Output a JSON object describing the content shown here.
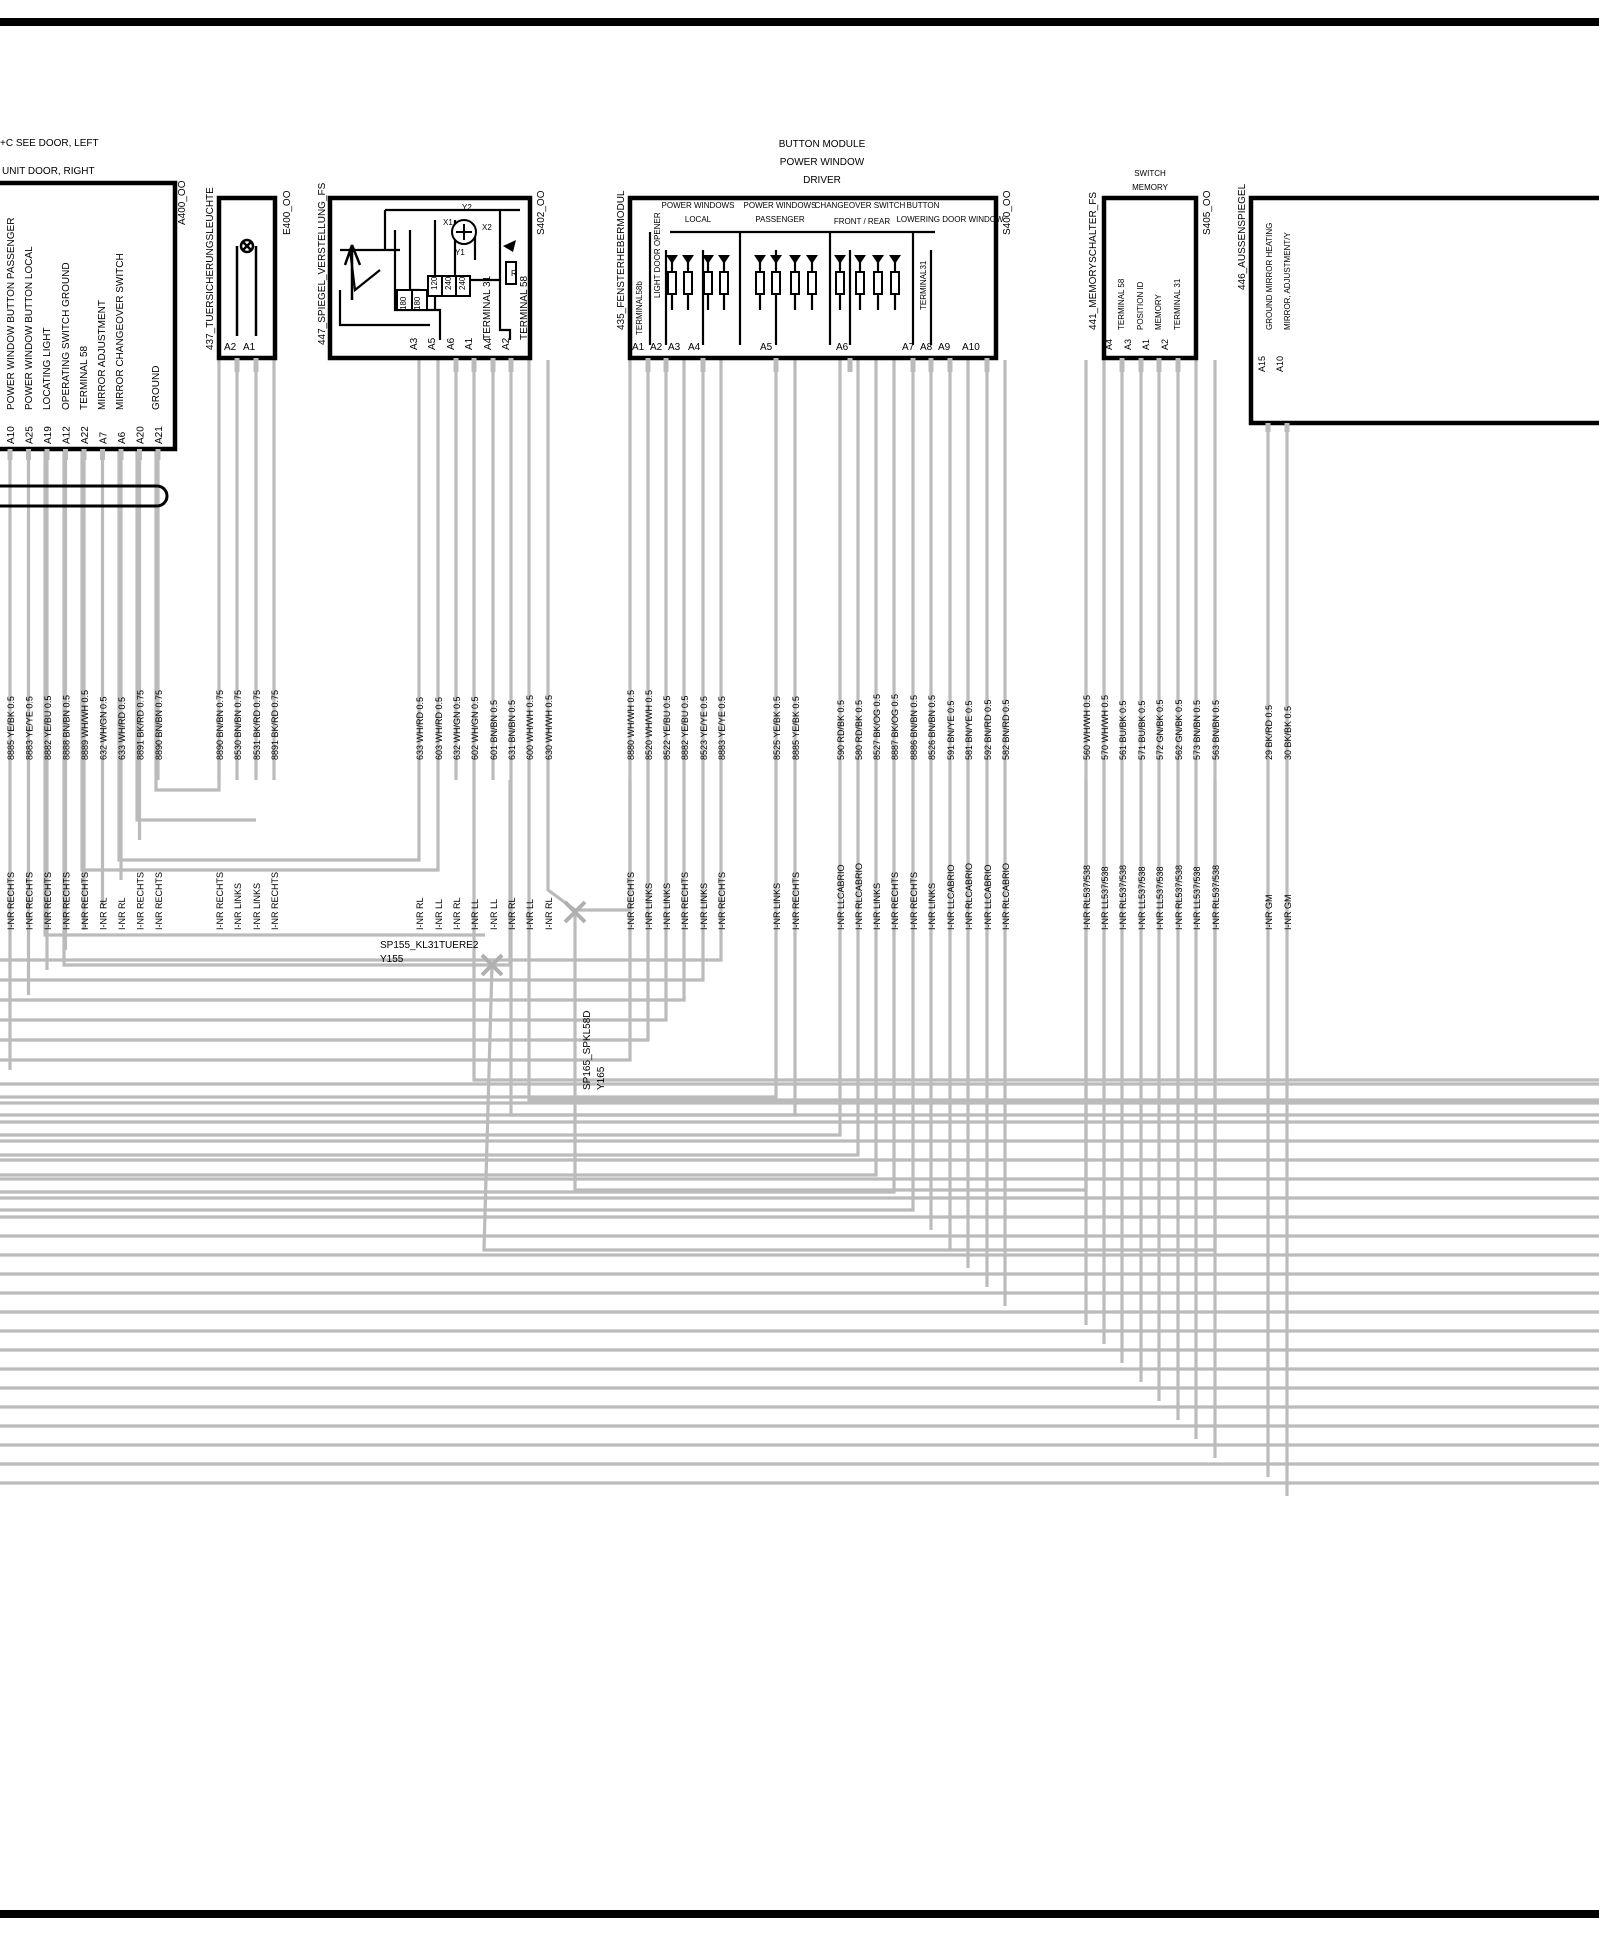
{
  "colors": {
    "wire": "#bbbbbb",
    "line": "#000000",
    "background": "#ffffff"
  },
  "header": {
    "see_door_left": "+C SEE DOOR, LEFT",
    "unit_door_right": "UNIT DOOR, RIGHT"
  },
  "components": [
    {
      "key": "a400",
      "ref": "A400_OO",
      "title": "",
      "labels": [
        "POWER WINDOW BUTTON PASSENGER",
        "POWER WINDOW BUTTON LOCAL",
        "LOCATING LIGHT",
        "OPERATING SWITCH GROUND",
        "TERMINAL 58",
        "MIRROR ADJUSTMENT",
        "MIRROR CHANGEOVER SWITCH",
        "GROUND"
      ],
      "pins": [
        "A10",
        "A25",
        "A19",
        "A12",
        "A22",
        "A7",
        "A6",
        "A20",
        "A21"
      ]
    },
    {
      "key": "e400",
      "ref": "E400_OO",
      "title": "437_TUERSICHERUNGSLEUCHTE",
      "pins": [
        "A2",
        "A1"
      ]
    },
    {
      "key": "s402",
      "ref": "S402_OO",
      "title": "447_SPIEGEL_VERSTELLUNG_FS",
      "labels": [
        "TERMINAL 31",
        "TERMINAL 58"
      ],
      "inner": [
        "Y2",
        "X1",
        "X2",
        "Y1",
        "180",
        "180",
        "R",
        "120",
        "240",
        "240"
      ],
      "pins": [
        "A3",
        "A5",
        "A6",
        "A1",
        "A4",
        "A2"
      ]
    },
    {
      "key": "s400",
      "ref": "S400_OO",
      "title": "435_FENSTERHEBERMODUL",
      "heading": [
        "BUTTON MODULE",
        "POWER WINDOW",
        "DRIVER"
      ],
      "groups": [
        "POWER WINDOWS",
        "LOCAL",
        "POWER WINDOWS",
        "PASSENGER",
        "CHANGEOVER SWITCH",
        "FRONT / REAR",
        "BUTTON",
        "LOWERING DOOR WINDOW",
        "LIGHT DOOR OPENER",
        "TERMINAL58b",
        "TERMINAL31"
      ],
      "pins": [
        "A1",
        "A2",
        "A3",
        "A4",
        "A5",
        "A6",
        "A7",
        "A8",
        "A9",
        "A10"
      ]
    },
    {
      "key": "s405",
      "ref": "S405_OO",
      "title": "441_MEMORYSCHALTER_FS",
      "heading": [
        "SWITCH",
        "MEMORY"
      ],
      "labels": [
        "TERMINAL 58",
        "POSITION ID",
        "MEMORY",
        "TERMINAL 31"
      ],
      "pins": [
        "A4",
        "A3",
        "A1",
        "A2"
      ]
    },
    {
      "key": "m446",
      "ref": "",
      "title": "446_AUSSENSPIEGEL",
      "labels": [
        "GROUND MIRROR HEATING",
        "MIRROR, ADJUSTMENT/Y"
      ],
      "pins": [
        "A15",
        "A10"
      ]
    }
  ],
  "wires": [
    {
      "id": "8885 YE/BK 0.5",
      "dest": "I-NR RECHTS"
    },
    {
      "id": "8883 YE/YE 0.5",
      "dest": "I-NR RECHTS"
    },
    {
      "id": "8882 YE/BU 0.5",
      "dest": "I-NR RECHTS"
    },
    {
      "id": "8888 BN/BN 0.5",
      "dest": "I-NR RECHTS"
    },
    {
      "id": "8889 WH/WH 0.5",
      "dest": "I-NR RECHTS"
    },
    {
      "id": "632 WH/GN 0.5",
      "dest": "I-NR RL"
    },
    {
      "id": "633 WH/RD 0.5",
      "dest": "I-NR RL"
    },
    {
      "id": "8891 BK/RD 0.75",
      "dest": "I-NR RECHTS"
    },
    {
      "id": "8890 BN/BN 0.75",
      "dest": "I-NR RECHTS"
    },
    {
      "id": "8890 BN/BN 0.75",
      "dest": "I-NR RECHTS"
    },
    {
      "id": "8530 BN/BN 0.75",
      "dest": "I-NR LINKS"
    },
    {
      "id": "8531 BK/RD 0.75",
      "dest": "I-NR LINKS"
    },
    {
      "id": "8891 BK/RD 0.75",
      "dest": "I-NR RECHTS"
    },
    {
      "id": "633 WH/RD 0.5",
      "dest": "I-NR RL"
    },
    {
      "id": "603 WH/RD 0.5",
      "dest": "I-NR LL"
    },
    {
      "id": "632 WH/GN 0.5",
      "dest": "I-NR RL"
    },
    {
      "id": "602 WH/GN 0.5",
      "dest": "I-NR LL"
    },
    {
      "id": "601 BN/BN 0.5",
      "dest": "I-NR LL"
    },
    {
      "id": "631 BN/BN 0.5",
      "dest": "I-NR RL"
    },
    {
      "id": "600 WH/WH 0.5",
      "dest": "I-NR LL"
    },
    {
      "id": "630 WH/WH 0.5",
      "dest": "I-NR RL"
    },
    {
      "id": "8880 WH/WH 0.5",
      "dest": "I-NR RECHTS"
    },
    {
      "id": "8520 WH/WH 0.5",
      "dest": "I-NR LINKS"
    },
    {
      "id": "8522 YE/BU 0.5",
      "dest": "I-NR LINKS"
    },
    {
      "id": "8882 YE/BU 0.5",
      "dest": "I-NR RECHTS"
    },
    {
      "id": "8523 YE/YE 0.5",
      "dest": "I-NR LINKS"
    },
    {
      "id": "8883 YE/YE 0.5",
      "dest": "I-NR RECHTS"
    },
    {
      "id": "8525 YE/BK 0.5",
      "dest": "I-NR LINKS"
    },
    {
      "id": "8885 YE/BK 0.5",
      "dest": "I-NR RECHTS"
    },
    {
      "id": "590 RD/BK 0.5",
      "dest": "I-NR LLCABRIO"
    },
    {
      "id": "580 RD/BK 0.5",
      "dest": "I-NR RLCABRIO"
    },
    {
      "id": "8527 BK/OG 0.5",
      "dest": "I-NR LINKS"
    },
    {
      "id": "8887 BK/OG 0.5",
      "dest": "I-NR RECHTS"
    },
    {
      "id": "8886 BN/BN 0.5",
      "dest": "I-NR RECHTS"
    },
    {
      "id": "8526 BN/BN 0.5",
      "dest": "I-NR LINKS"
    },
    {
      "id": "591 BN/YE 0.5",
      "dest": "I-NR LLCABRIO"
    },
    {
      "id": "581 BN/YE 0.5",
      "dest": "I-NR RLCABRIO"
    },
    {
      "id": "592 BN/RD 0.5",
      "dest": "I-NR LLCABRIO"
    },
    {
      "id": "582 BN/RD 0.5",
      "dest": "I-NR RLCABRIO"
    },
    {
      "id": "560 WH/WH 0.5",
      "dest": "I-NR RL537/538"
    },
    {
      "id": "570 WH/WH 0.5",
      "dest": "I-NR LL537/538"
    },
    {
      "id": "561 BU/BK 0.5",
      "dest": "I-NR RL537/538"
    },
    {
      "id": "571 BU/BK 0.5",
      "dest": "I-NR LL537/538"
    },
    {
      "id": "572 GN/BK 0.5",
      "dest": "I-NR LL537/538"
    },
    {
      "id": "562 GN/BK 0.5",
      "dest": "I-NR RL537/538"
    },
    {
      "id": "573 BN/BN 0.5",
      "dest": "I-NR LL537/538"
    },
    {
      "id": "563 BN/BN 0.5",
      "dest": "I-NR RL537/538"
    },
    {
      "id": "29 BK/RD 0.5",
      "dest": "I-NR GM"
    },
    {
      "id": "30 BK/BK 0.5",
      "dest": "I-NR GM"
    }
  ],
  "splices": [
    {
      "name": "SP165_SPKL58D",
      "ref": "Y165"
    },
    {
      "name": "SP155_KL31TUERE2",
      "ref": "Y155"
    }
  ]
}
